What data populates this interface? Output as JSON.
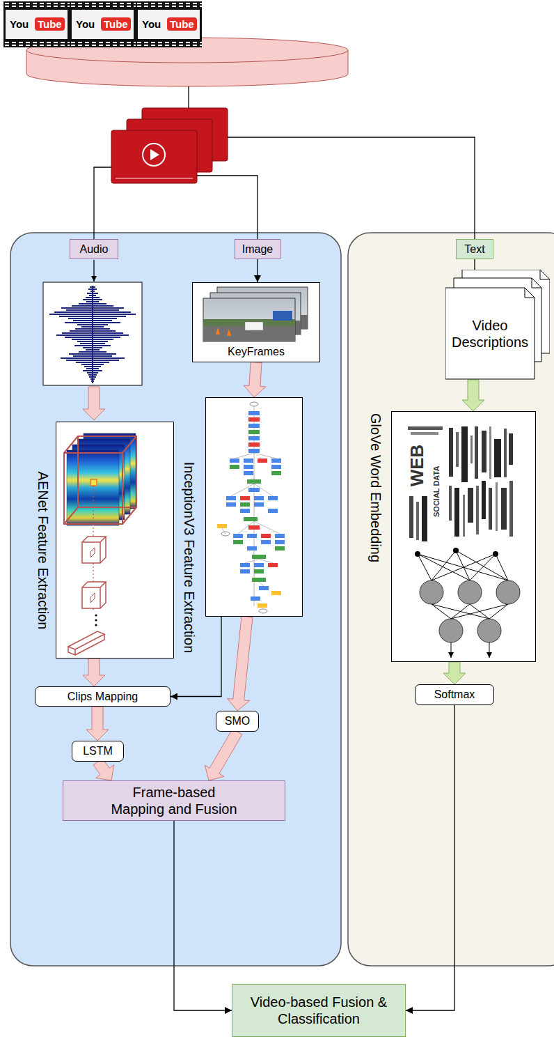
{
  "diagram": {
    "nodes": [
      {
        "text": [
          "Audio"
        ]
      },
      {
        "text": [
          "Image"
        ]
      },
      {
        "text": [
          "Text"
        ]
      },
      {
        "text": [
          "Video Descriptions"
        ]
      },
      {
        "text": [
          "KeyFrames"
        ]
      },
      {
        "text": [
          "AENet Feature Extraction"
        ]
      },
      {
        "text": [
          "InceptionV3 Feature Extraction"
        ]
      },
      {
        "text": [
          "GloVe Word Embedding"
        ]
      },
      {
        "text": [
          "Clips Mapping"
        ]
      },
      {
        "text": [
          "SMO"
        ]
      },
      {
        "text": [
          "LSTM"
        ]
      },
      {
        "text": [
          "Softmax"
        ]
      },
      {
        "text": [
          "Frame-based Mapping and Fusion"
        ]
      },
      {
        "text": [
          "Video-based Fusion & Classification"
        ]
      }
    ],
    "edges": [
      {
        "from": 1,
        "to": 4,
        "arrow": "to"
      },
      {
        "from": 2,
        "to": 3,
        "arrow": "none"
      },
      {
        "from": 4,
        "to": 6,
        "arrow": "to"
      },
      {
        "from": 3,
        "to": 7,
        "arrow": "to"
      },
      {
        "from": 5,
        "to": 8,
        "arrow": "to"
      },
      {
        "from": 6,
        "to": 8,
        "arrow": "to"
      },
      {
        "from": 6,
        "to": 9,
        "arrow": "to"
      },
      {
        "from": 8,
        "to": 10,
        "arrow": "to"
      },
      {
        "from": 10,
        "to": 12,
        "arrow": "to"
      },
      {
        "from": 9,
        "to": 12,
        "arrow": "to"
      },
      {
        "from": 7,
        "to": 11,
        "arrow": "to"
      },
      {
        "from": 11,
        "to": 13,
        "arrow": "to"
      },
      {
        "from": 12,
        "to": 13,
        "arrow": "to"
      }
    ],
    "labels": [
      "You",
      "Tube",
      "You",
      "Tube",
      "You",
      "Tube",
      "WEB",
      "SOCIAL DATA"
    ]
  }
}
